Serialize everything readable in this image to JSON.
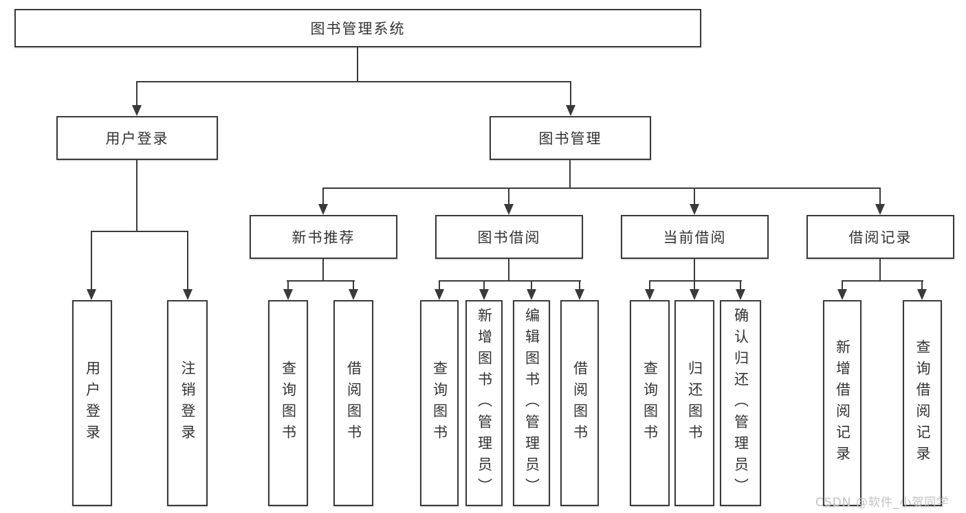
{
  "diagram": {
    "root": {
      "label": "图书管理系统"
    },
    "login_branch": {
      "label": "用户登录",
      "children": [
        {
          "label": "用户登录"
        },
        {
          "label": "注销登录"
        }
      ]
    },
    "mgmt_branch": {
      "label": "图书管理",
      "groups": [
        {
          "label": "新书推荐",
          "children": [
            {
              "label": "查询图书"
            },
            {
              "label": "借阅图书"
            }
          ]
        },
        {
          "label": "图书借阅",
          "children": [
            {
              "label": "查询图书"
            },
            {
              "label": "新增图书（管理员）"
            },
            {
              "label": "编辑图书（管理员）"
            },
            {
              "label": "借阅图书"
            }
          ]
        },
        {
          "label": "当前借阅",
          "children": [
            {
              "label": "查询图书"
            },
            {
              "label": "归还图书"
            },
            {
              "label": "确认归还（管理员）"
            }
          ]
        },
        {
          "label": "借阅记录",
          "children": [
            {
              "label": "新增借阅记录"
            },
            {
              "label": "查询借阅记录"
            }
          ]
        }
      ]
    },
    "watermark": "CSDN @软件_小贺同学",
    "colors": {
      "line": "#3a3a3a",
      "text": "#333333",
      "watermark": "#c2c2c2",
      "background": "#ffffff"
    }
  }
}
